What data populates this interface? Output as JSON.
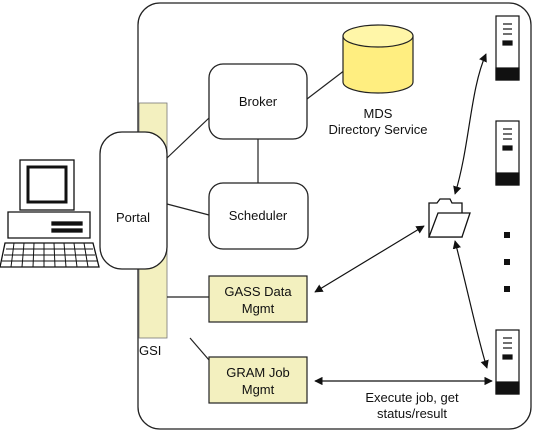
{
  "diagram": {
    "nodes": {
      "portal": "Portal",
      "broker": "Broker",
      "scheduler": "Scheduler",
      "gass_line1": "GASS Data",
      "gass_line2": "Mgmt",
      "gram_line1": "GRAM Job",
      "gram_line2": "Mgmt",
      "gsi": "GSI",
      "mds_line1": "MDS",
      "mds_line2": "Directory Service"
    },
    "edge_labels": {
      "execute_line1": "Execute job, get",
      "execute_line2": "status/result"
    },
    "colors": {
      "gsi_fill": "#f3f0bf",
      "mgmt_fill": "#f3f0bf",
      "db_fill": "#ffee80",
      "db_top": "#fff6a8",
      "stroke": "#222222"
    },
    "icons": {
      "client": "desktop-computer-icon",
      "database": "database-cylinder-icon",
      "folder": "open-folder-icon",
      "servers": "server-tower-icon"
    }
  }
}
